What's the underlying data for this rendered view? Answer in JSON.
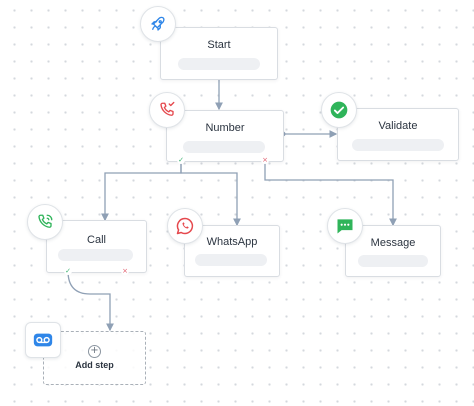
{
  "nodes": {
    "start": {
      "title": "Start",
      "icon": "rocket-icon"
    },
    "number": {
      "title": "Number",
      "icon": "phone-icon"
    },
    "validate": {
      "title": "Validate",
      "icon": "check-circle-icon"
    },
    "call": {
      "title": "Call",
      "icon": "phone-call-icon"
    },
    "whatsapp": {
      "title": "WhatsApp",
      "icon": "whatsapp-icon"
    },
    "message": {
      "title": "Message",
      "icon": "message-icon"
    }
  },
  "add_step": {
    "label": "Add step",
    "plus": "+",
    "icon": "voicemail-icon"
  },
  "ports": {
    "ok": "✓",
    "x": "×"
  },
  "colors": {
    "connector": "#8fa0b5",
    "rocket": "#2f86e8",
    "phone": "#e5484d",
    "check": "#2fb45a",
    "call": "#2fb45a",
    "whatsapp": "#e5484d",
    "message": "#2fb45a",
    "voicemail": "#2f86e8"
  }
}
